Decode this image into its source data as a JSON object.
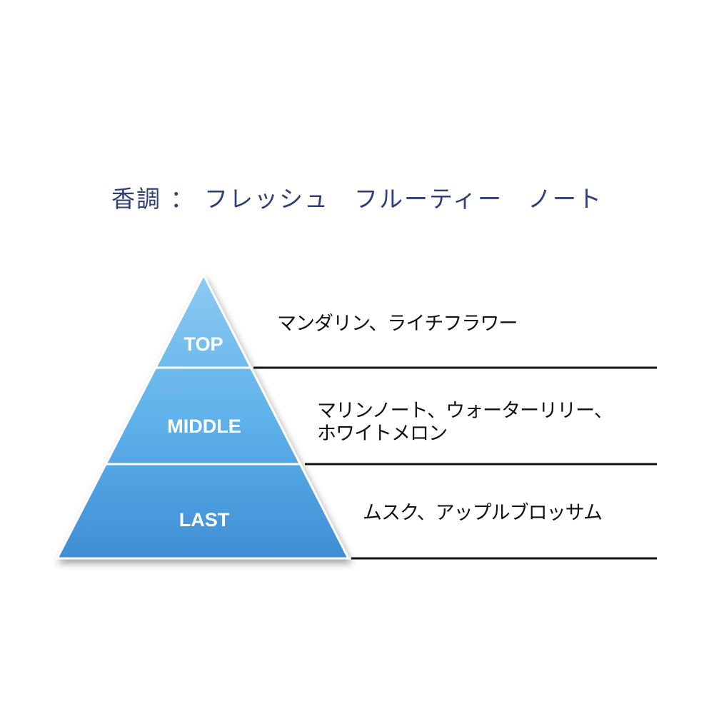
{
  "title": "香調 ： フレッシュ　フルーティー　ノート",
  "tiers": [
    {
      "label": "TOP",
      "notes": "マンダリン、ライチフラワー"
    },
    {
      "label": "MIDDLE",
      "notes_line1": "マリンノート、ウォーターリリー、",
      "notes_line2": "ホワイトメロン"
    },
    {
      "label": "LAST",
      "notes": "ムスク、アップルブロッサム"
    }
  ],
  "colors": {
    "title": "#2e3f78",
    "pyramid_top": "#8ccaf2",
    "pyramid_bottom": "#3f8ed6"
  }
}
